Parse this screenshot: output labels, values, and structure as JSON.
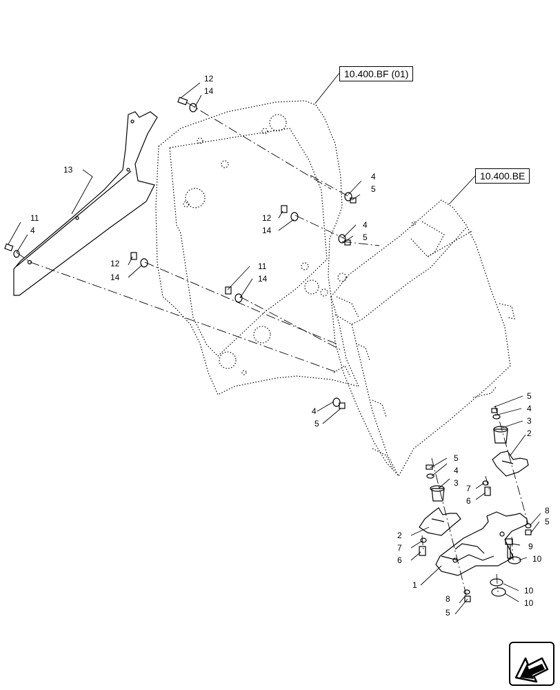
{
  "references": {
    "bf": "10.400.BF (01)",
    "be": "10.400.BE"
  },
  "callouts": {
    "c1": "12",
    "c2": "14",
    "c3": "13",
    "c4": "11",
    "c5": "4",
    "c6": "12",
    "c7": "14",
    "c8": "4",
    "c9": "5",
    "c10": "12",
    "c11": "14",
    "c12": "4",
    "c13": "5",
    "c14": "11",
    "c15": "14",
    "c16": "4",
    "c17": "5",
    "c18": "5",
    "c19": "4",
    "c20": "3",
    "c21": "2",
    "c22": "5",
    "c23": "4",
    "c24": "3",
    "c25": "7",
    "c26": "6",
    "c27": "2",
    "c28": "7",
    "c29": "6",
    "c30": "8",
    "c31": "5",
    "c32": "9",
    "c33": "10",
    "c34": "1",
    "c35": "10",
    "c36": "10",
    "c37": "8",
    "c38": "5"
  },
  "icons": {
    "navigation": "back-arrow-icon"
  }
}
